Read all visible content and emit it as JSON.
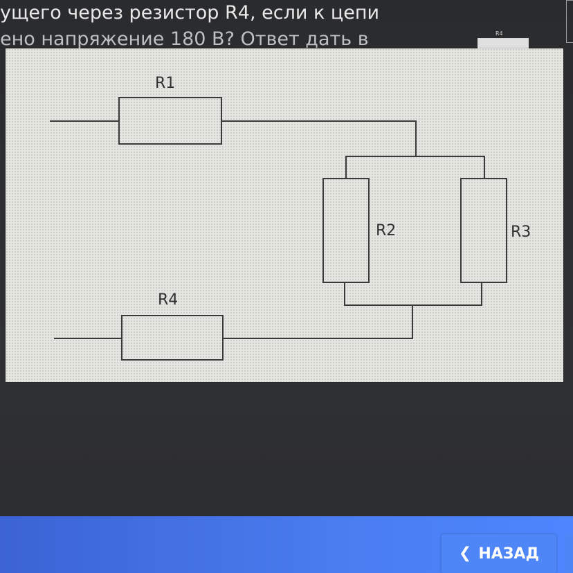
{
  "question": {
    "line1": "ущего через резистор R4, если к цепи",
    "line2": "ено напряжение 180 В? Ответ дать в"
  },
  "thumbnail": {
    "label": "R4"
  },
  "diagram": {
    "resistors": [
      {
        "id": "r1",
        "label": "R1"
      },
      {
        "id": "r2",
        "label": "R2"
      },
      {
        "id": "r3",
        "label": "R3"
      },
      {
        "id": "r4",
        "label": "R4"
      }
    ]
  },
  "nav": {
    "back_label": "НАЗАД",
    "back_icon": "chevron-left-icon"
  },
  "colors": {
    "bar": "#4a7df0",
    "button": "#4f86f7",
    "panel": "#e6e6e3"
  }
}
